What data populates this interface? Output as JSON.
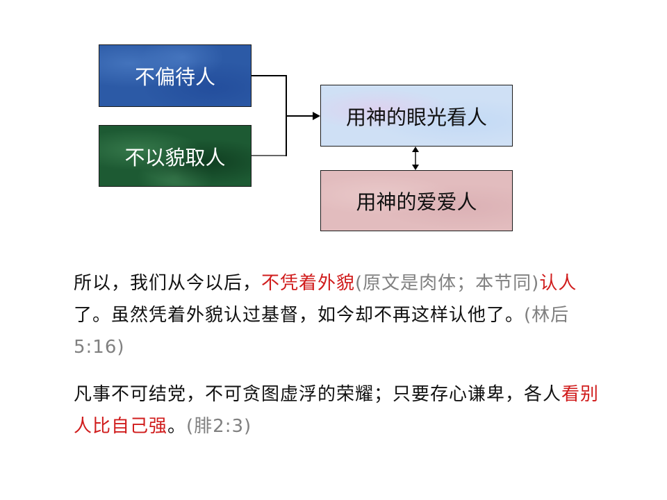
{
  "diagram": {
    "nodes": [
      {
        "id": "impartial",
        "label": "不偏待人",
        "color": "#2c5aa6"
      },
      {
        "id": "not-by-appearance",
        "label": "不以貌取人",
        "color": "#1d5a33"
      },
      {
        "id": "gods-eyes",
        "label": "用神的眼光看人",
        "color": "#cfe0f5"
      },
      {
        "id": "gods-love",
        "label": "用神的爱爱人",
        "color": "#e2bcbe"
      }
    ],
    "edges": [
      {
        "from": "impartial",
        "to": "gods-eyes",
        "type": "merge-arrow"
      },
      {
        "from": "not-by-appearance",
        "to": "gods-eyes",
        "type": "merge-arrow"
      },
      {
        "from": "gods-eyes",
        "to": "gods-love",
        "type": "bidirectional"
      }
    ]
  },
  "verse1": {
    "seg1": "所以，我们从今以后，",
    "seg2_red": "不凭着外貌",
    "seg3_gray": "(原文是肉体；本节同)",
    "seg4_red": "认人",
    "seg5": "了。虽然凭着外貌认过基督，如今却不再这样认他了。",
    "ref": "(林后5:16)"
  },
  "verse2": {
    "seg1": "凡事不可结党，不可贪图虚浮的荣耀；只要存心谦卑，各人",
    "seg2_red": "看别人比自己强",
    "seg3": "。",
    "ref": "(腓2:3)"
  },
  "colors": {
    "highlight": "#d01c1c",
    "reference": "#808080"
  }
}
